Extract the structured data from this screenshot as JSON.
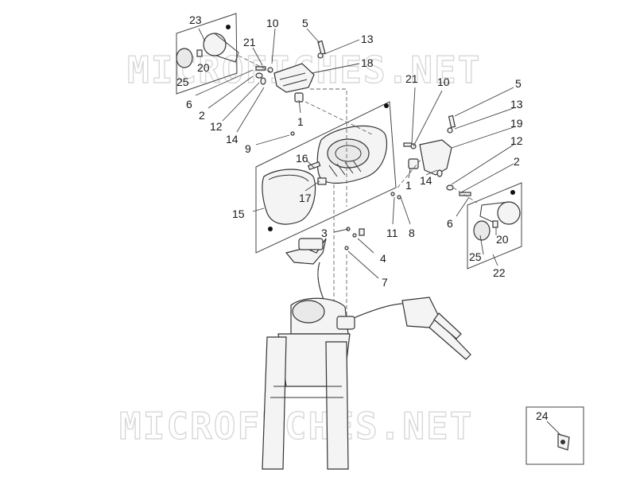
{
  "watermark": {
    "top": "MICROFICHES.NET",
    "bottom": "MICROFICHES.NET"
  },
  "callouts": {
    "c23": "23",
    "c21a": "21",
    "c10a": "10",
    "c5a": "5",
    "c13a": "13",
    "c18": "18",
    "c20a": "20",
    "c25a": "25",
    "c6a": "6",
    "c2a": "2",
    "c12a": "12",
    "c14a": "14",
    "c1a": "1",
    "c9": "9",
    "c21b": "21",
    "c10b": "10",
    "c5b": "5",
    "c13b": "13",
    "c19": "19",
    "c12b": "12",
    "c2b": "2",
    "c16": "16",
    "c17": "17",
    "c15": "15",
    "c1b": "1",
    "c14b": "14",
    "c6b": "6",
    "c20b": "20",
    "c11": "11",
    "c8": "8",
    "c3": "3",
    "c4": "4",
    "c7": "7",
    "c25b": "25",
    "c22": "22",
    "c24": "24"
  }
}
